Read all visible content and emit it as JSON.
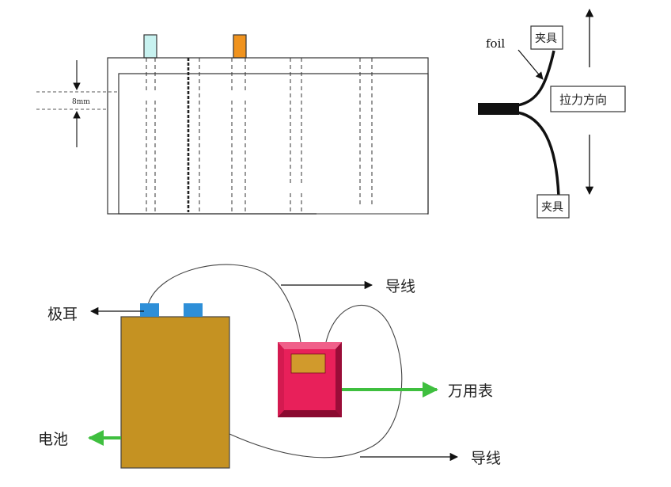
{
  "cell_diagram": {
    "dimension": "8mm"
  },
  "peel_test": {
    "foil_label": "foil",
    "clamp_top": "夹具",
    "clamp_bottom": "夹具",
    "direction_label": "拉力方向"
  },
  "measurement": {
    "tab_label": "极耳",
    "wire_top": "导线",
    "wire_bottom": "导线",
    "meter_label": "万用表",
    "battery_label": "电池"
  },
  "colors": {
    "tab_left": "#c8f2f0",
    "tab_right": "#f0931e",
    "battery": "#c59222",
    "battery_tab": "#2e8fd8",
    "meter_body": "#e8205a",
    "meter_screen": "#d19a2c",
    "green_arrow": "#3fbf3f"
  }
}
